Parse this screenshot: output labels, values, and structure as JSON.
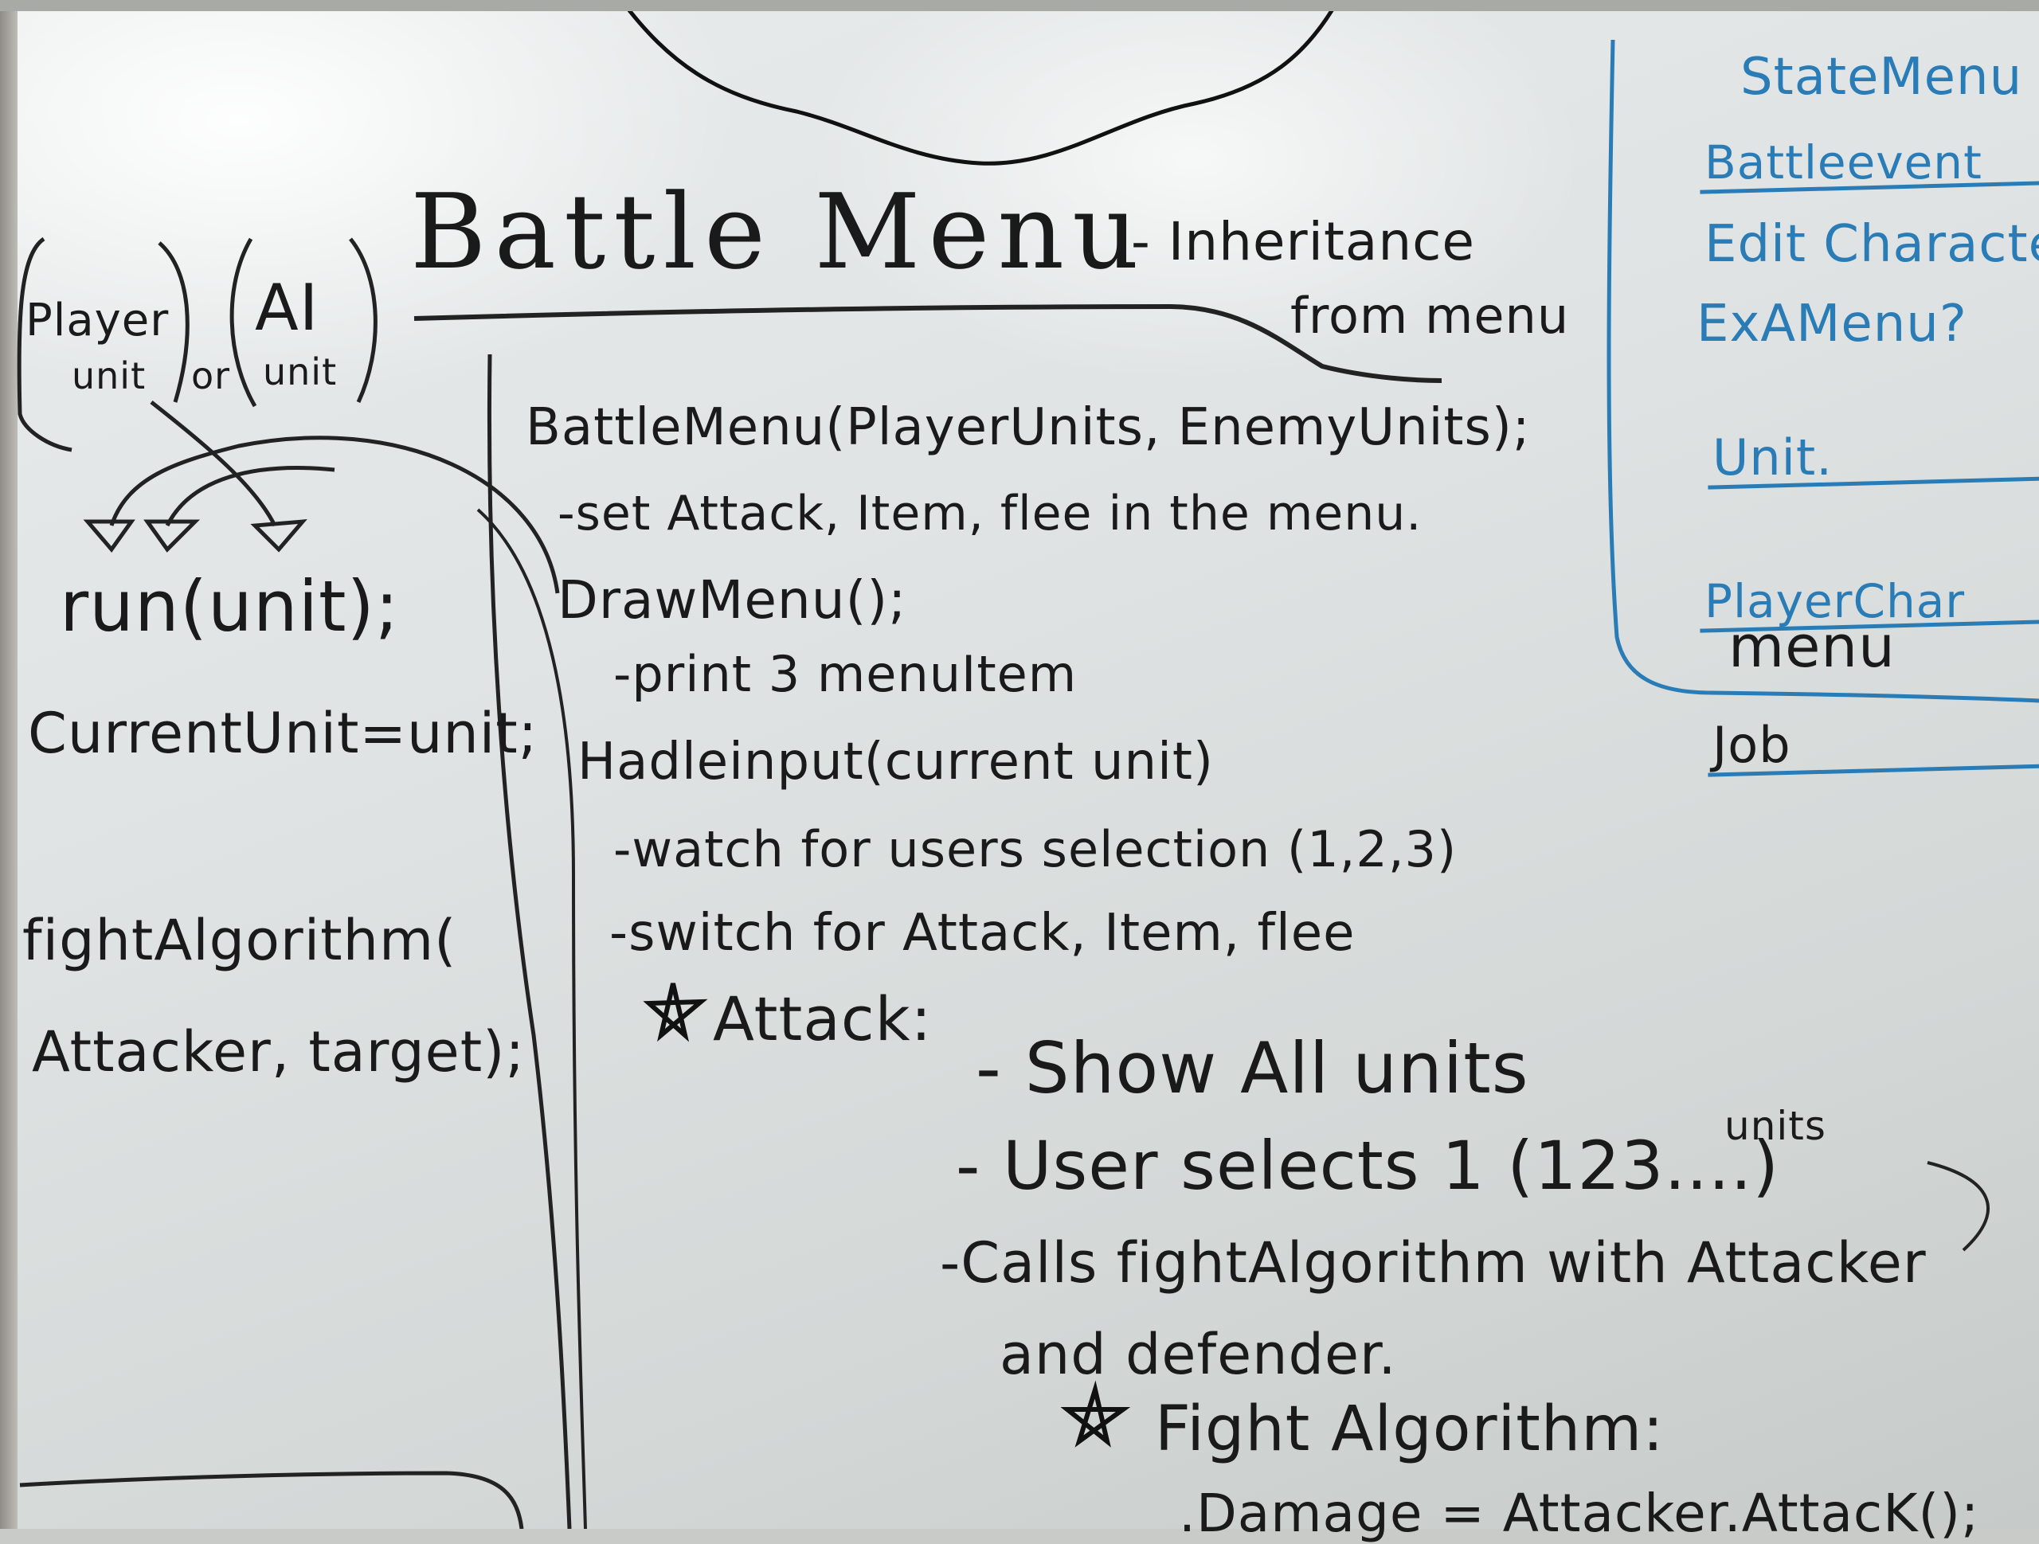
{
  "title": "Battle Menu",
  "title_note": [
    "- Inheritance",
    "from menu"
  ],
  "left_column": {
    "player_unit": [
      "Player",
      "unit"
    ],
    "or": "or",
    "ai_unit": [
      "AI",
      "unit"
    ],
    "run_call": "run(unit);",
    "current_unit": "CurrentUnit=unit;",
    "fight_algorithm": "fightAlgorithm(",
    "fight_args": "Attacker, target);"
  },
  "main_notes": {
    "battle_menu": "BattleMenu(PlayerUnits, EnemyUnits);",
    "set_items": "-set Attack, Item, flee in the menu.",
    "draw_menu": "DrawMenu();",
    "print_items": "-print 3 menuItem",
    "handle_input": "Hadleinput(current unit)",
    "watch": "-watch for users selection (1,2,3)",
    "switch": "-switch for Attack, Item, flee",
    "attack": "Attack:",
    "show_units": "- Show All units",
    "user_selects": "- User selects 1 (123....)",
    "units_note": "units",
    "calls": "-Calls fightAlgorithm with Attacker",
    "and_defender": "and defender.",
    "fight_algorithm": "Fight Algorithm:",
    "damage": ".Damage = Attacker.AttacK();"
  },
  "sidebar_list": [
    {
      "text": "StateMenu",
      "crossed": false
    },
    {
      "text": "Battleevent",
      "crossed": true
    },
    {
      "text": "Edit Characters",
      "crossed": false
    },
    {
      "text": "ExAMenu?",
      "crossed": false
    },
    {
      "text": "Unit.",
      "crossed": true
    },
    {
      "text": "PlayerChar",
      "crossed": true
    },
    {
      "text": "Job",
      "crossed": true
    }
  ],
  "sidebar_menu": "menu",
  "colors": {
    "black_marker": "#1a1a1a",
    "blue_marker": "#2a7cb6",
    "board": "#e4e7e7"
  }
}
